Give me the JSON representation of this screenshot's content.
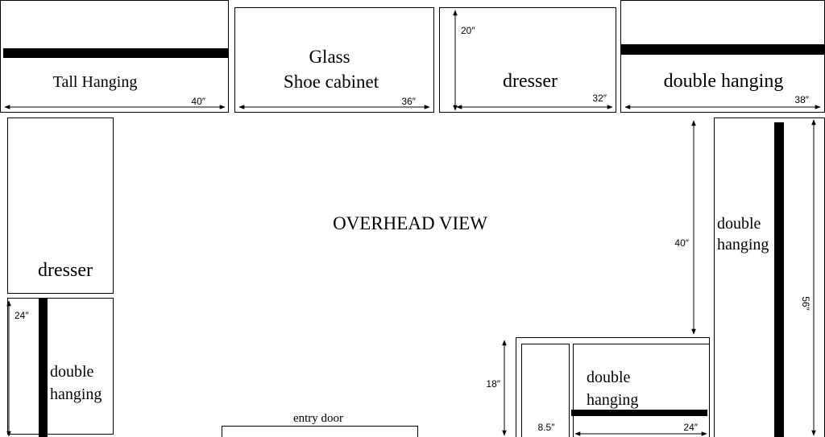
{
  "title": "OVERHEAD VIEW",
  "entry_door": "entry door",
  "units": {
    "tall_hanging": {
      "label": "Tall Hanging",
      "width": "40″"
    },
    "shoe_cabinet": {
      "line1": "Glass",
      "line2": "Shoe cabinet",
      "width": "36″"
    },
    "dresser_top": {
      "label": "dresser",
      "width": "32″",
      "depth": "20″"
    },
    "double_hanging_top": {
      "label": "double hanging",
      "width": "38″"
    },
    "dresser_left": {
      "label": "dresser"
    },
    "double_hanging_left": {
      "line1": "double",
      "line2": "hanging",
      "depth": "24″"
    },
    "double_hanging_right": {
      "line1": "double",
      "line2": "hanging",
      "height": "56″"
    },
    "clearance_right": {
      "value": "40″"
    },
    "double_hanging_bottom": {
      "line1": "double",
      "line2": "hanging",
      "depth": "18″",
      "small_width": "8.5″",
      "width": "24″"
    }
  }
}
